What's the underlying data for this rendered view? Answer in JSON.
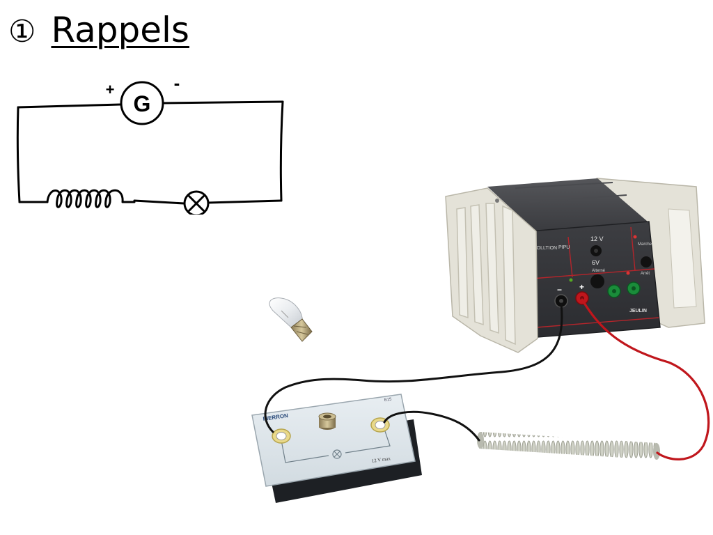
{
  "title": {
    "number": "①",
    "text": "Rappels"
  },
  "schematic": {
    "generator_label": "G",
    "plus_label": "+",
    "minus_label": "-"
  },
  "power_supply": {
    "brand": "VOLLTION",
    "model": "PIPU",
    "voltage_high": "12 V",
    "voltage_low": "6V",
    "switch_label": "Alterné",
    "marche_label": "Marche",
    "arret_label": "Arrêt",
    "maker": "JEULIN",
    "plus_terminal": "+",
    "minus_terminal": "−"
  },
  "bulb_board": {
    "brand": "PIERRON",
    "rating": "12 V max",
    "code": "B15"
  },
  "colors": {
    "wire_red": "#c0161c",
    "wire_black": "#111111",
    "case_dark": "#3a3b3f",
    "case_light": "#e4e2d8",
    "terminal_green": "#1a8c3a",
    "board": "#dfe6ea",
    "coil": "#cfd1c6"
  }
}
